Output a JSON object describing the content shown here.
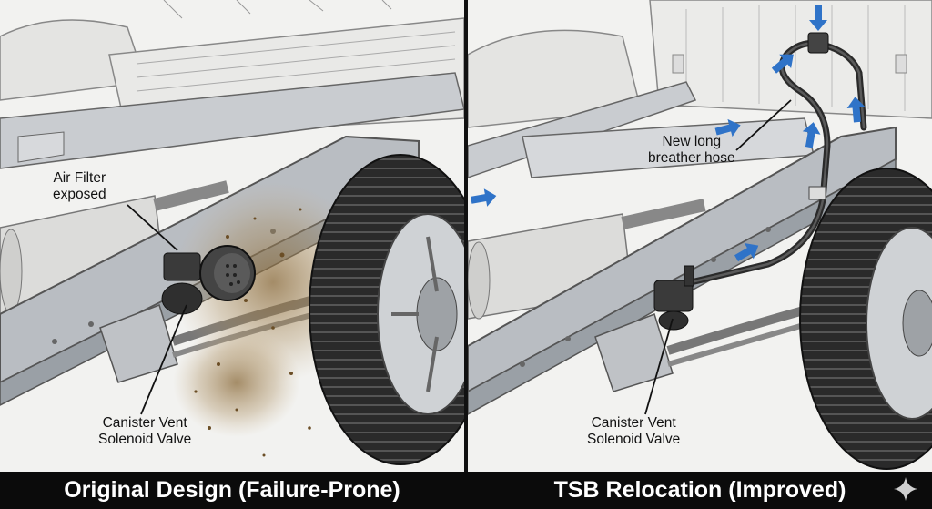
{
  "captions": {
    "left": "Original Design (Failure-Prone)",
    "right": "TSB Relocation (Improved)"
  },
  "left_panel": {
    "label_air_filter": {
      "line1": "Air Filter",
      "line2": "exposed"
    },
    "label_valve": {
      "line1": "Canister Vent",
      "line2": "Solenoid Valve"
    }
  },
  "right_panel": {
    "label_hose": {
      "line1": "New long",
      "line2": "breather hose"
    },
    "label_valve": {
      "line1": "Canister Vent",
      "line2": "Solenoid Valve"
    }
  },
  "icons": {
    "corner": "sparkle-icon",
    "flow": "airflow-arrow-icon"
  },
  "colors": {
    "arrow": "#2f73c8",
    "dirt": "#8a6a3a",
    "frame": "#9aa0a6",
    "tire": "#2a2a2a"
  }
}
